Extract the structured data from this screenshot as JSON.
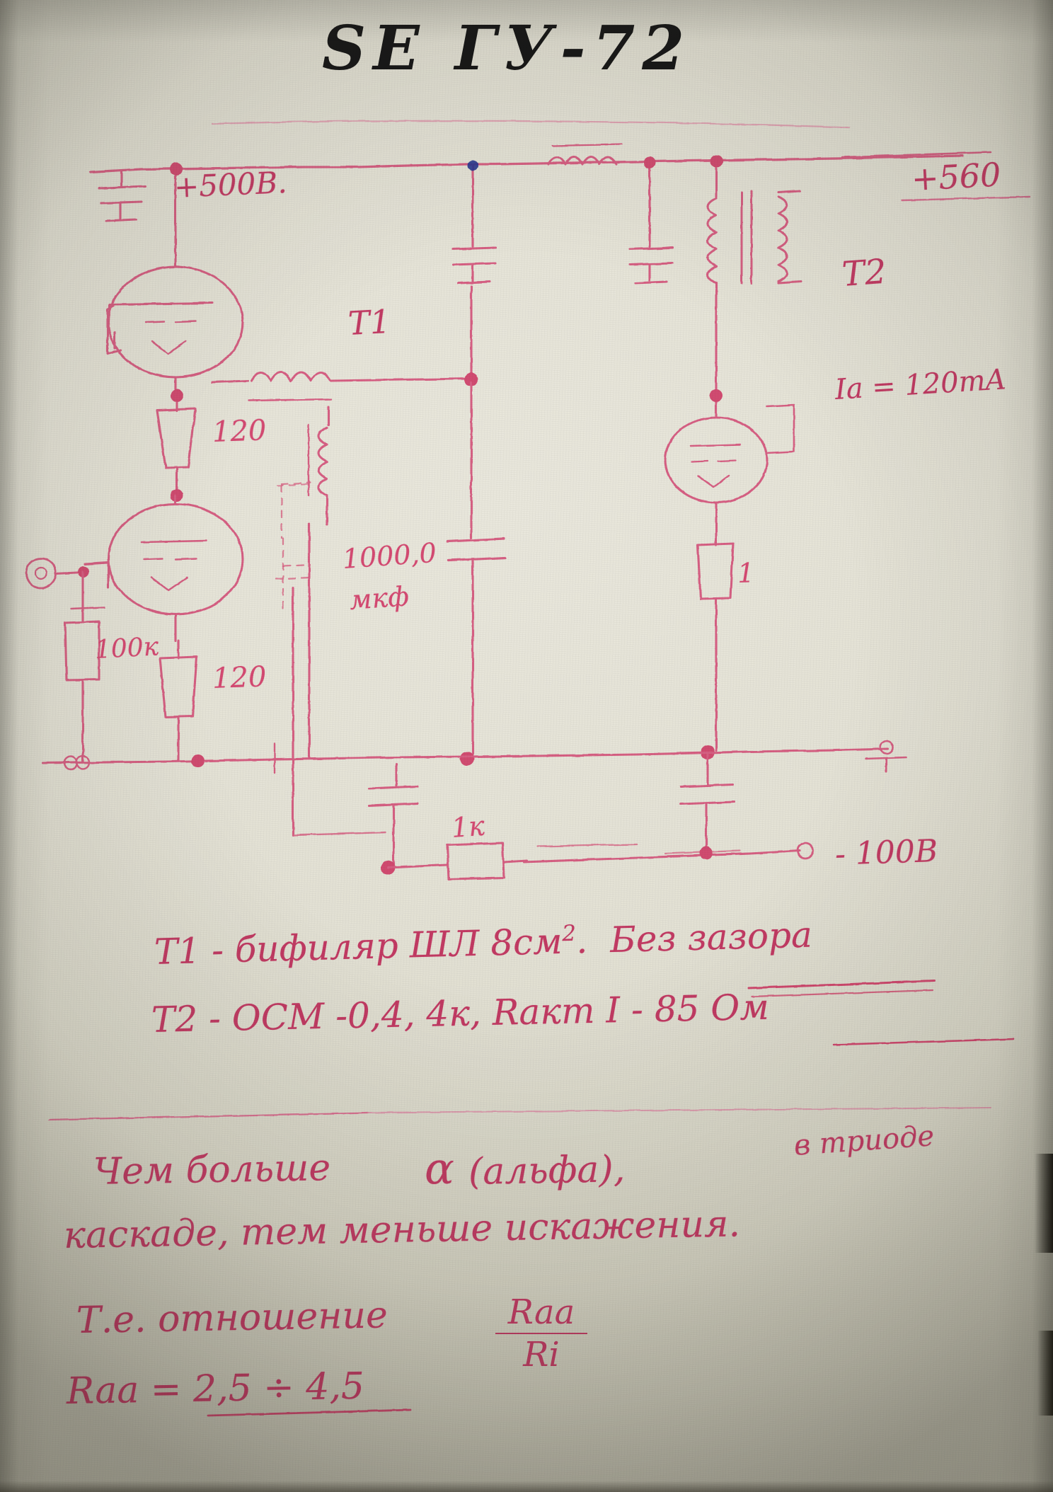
{
  "document": {
    "kind": "hand-drawn schematic on paper",
    "title": "SE ГУ-72",
    "ink_color": "#d44a72",
    "title_ink_color": "#161616",
    "paper_color": "#e4e2d5"
  },
  "schematic": {
    "rails": {
      "top_left_label": "+500В.",
      "top_right_label": "+560",
      "bottom_right_label": "- 100В"
    },
    "transformers": [
      {
        "id": "T1",
        "label": "T1"
      },
      {
        "id": "T2",
        "label": "T2"
      }
    ],
    "annotations": [
      {
        "name": "anode-current",
        "text": "Ia = 120mA"
      },
      {
        "name": "coupling-cap-value",
        "line1": "1000,0",
        "line2": "мкф"
      }
    ],
    "components": [
      {
        "name": "cathode-resistor-upper",
        "value": "120"
      },
      {
        "name": "grid-leak-resistor",
        "value": "100к"
      },
      {
        "name": "cathode-resistor-lower",
        "value": "120"
      },
      {
        "name": "output-cathode-resistor",
        "value": "1"
      },
      {
        "name": "bias-resistor",
        "value": "1к"
      }
    ]
  },
  "notes": {
    "line1": {
      "prefix": "T1 - бифиляр ШЛ 8см",
      "sup": "2",
      "dot": ".",
      "underlined": "Без зазора"
    },
    "line2": "T2 - ОСМ -0,4, 4к, Rакт I - 85 Ом",
    "paragraph": {
      "l1a": "Чем больше",
      "alpha": "α",
      "l1b": "(альфа),",
      "l1c": "в триоде",
      "l2": "каскаде, тем меньше искажения.",
      "l3a": "Т.е. отношение",
      "fraction": {
        "numerator": "Raa",
        "denominator": "Ri"
      },
      "l4": "Raa = 2,5 ÷ 4,5"
    }
  }
}
